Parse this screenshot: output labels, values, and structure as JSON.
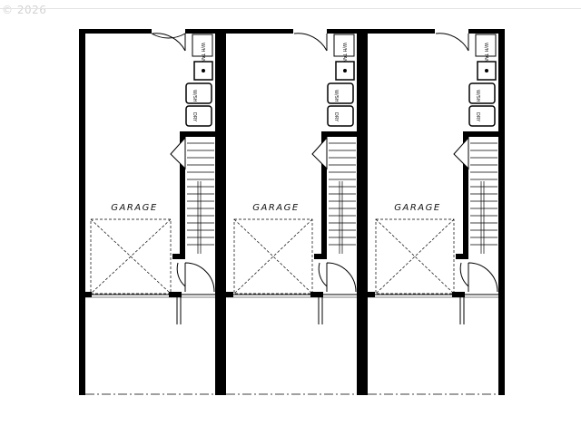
{
  "watermark": "© 2026",
  "units": [
    {
      "room_label": "GARAGE",
      "water_heater_label": "W/H TANK",
      "washer_label": "W/SH",
      "dryer_label": "DRY"
    },
    {
      "room_label": "GARAGE",
      "water_heater_label": "W/H TANK",
      "washer_label": "W/SH",
      "dryer_label": "DRY"
    },
    {
      "room_label": "GARAGE",
      "water_heater_label": "W/H TANK",
      "washer_label": "W/SH",
      "dryer_label": "DRY"
    }
  ]
}
